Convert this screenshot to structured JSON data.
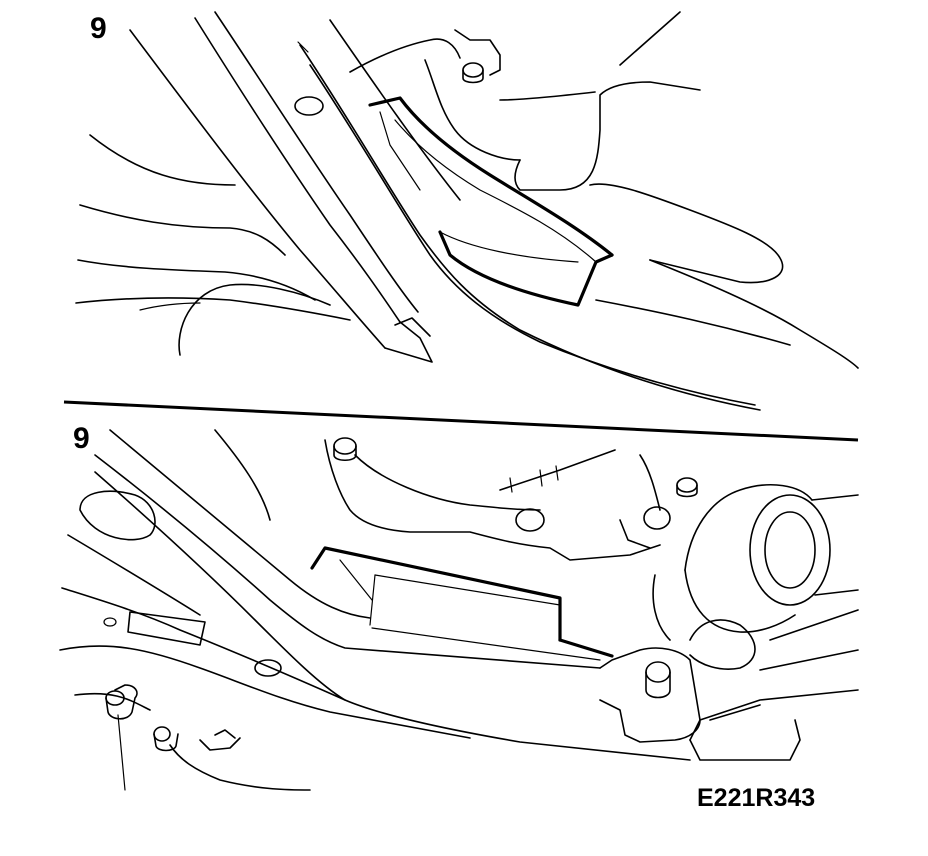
{
  "figure": {
    "top_panel": {
      "step_label": "9"
    },
    "bottom_panel": {
      "step_label": "9"
    },
    "figure_code": "E221R343"
  }
}
